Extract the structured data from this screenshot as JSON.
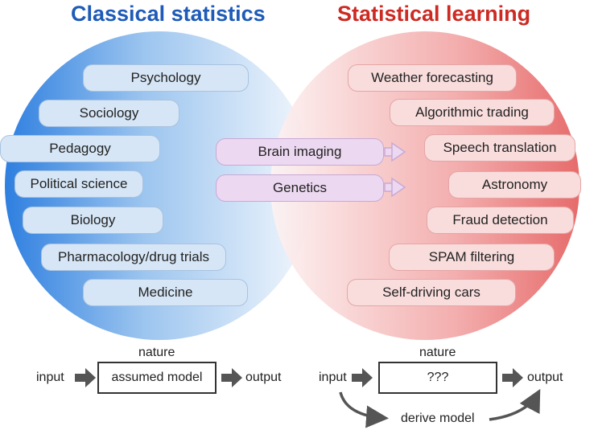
{
  "titles": {
    "left": "Classical statistics",
    "right": "Statistical learning"
  },
  "left_fields": [
    "Psychology",
    "Sociology",
    "Pedagogy",
    "Political science",
    "Biology",
    "Pharmacology/drug trials",
    "Medicine"
  ],
  "shared_fields": [
    "Brain imaging",
    "Genetics"
  ],
  "right_fields": [
    "Weather forecasting",
    "Algorithmic trading",
    "Speech translation",
    "Astronomy",
    "Fraud detection",
    "SPAM filtering",
    "Self-driving cars"
  ],
  "left_flow": {
    "input": "input",
    "nature": "nature",
    "model": "assumed model",
    "output": "output"
  },
  "right_flow": {
    "input": "input",
    "nature": "nature",
    "model": "???",
    "output": "output",
    "derive": "derive model"
  },
  "colors": {
    "left_accent": "#1e5bb8",
    "right_accent": "#cc2a23"
  }
}
